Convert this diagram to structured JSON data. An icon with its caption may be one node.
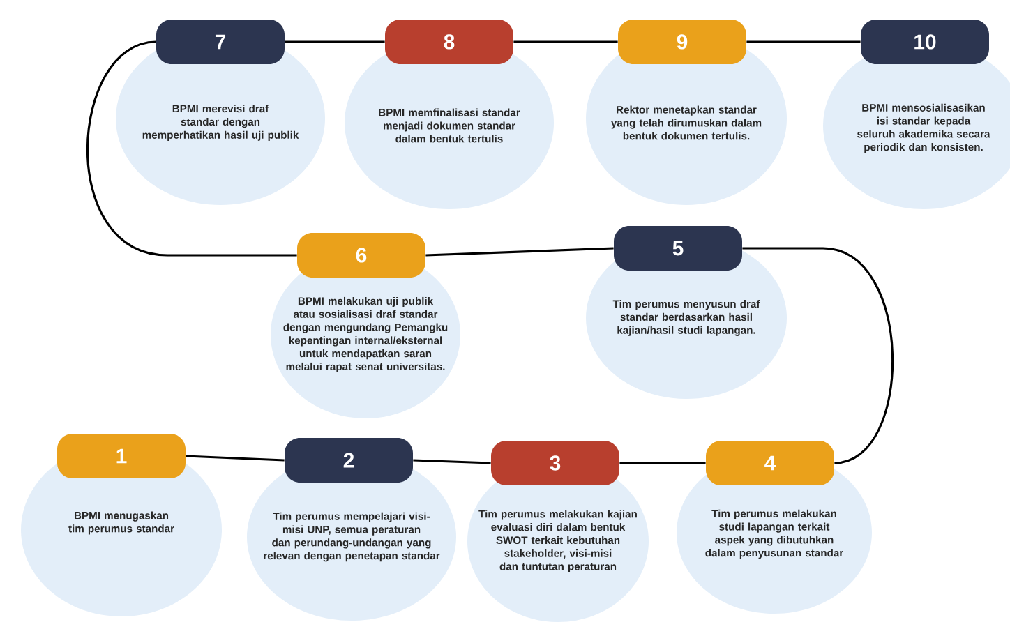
{
  "diagram": {
    "nodes": [
      {
        "text": [
          "1",
          "BPMI menugaskan tim perumus standar"
        ]
      },
      {
        "text": [
          "2",
          "Tim perumus mempelajari visi-misi UNP, semua peraturan dan perundang-undangan yang relevan dengan penetapan standar"
        ]
      },
      {
        "text": [
          "3",
          "Tim perumus melakukan kajian evaluasi diri dalam bentuk SWOT terkait kebutuhan stakeholder, visi-misi dan tuntutan peraturan"
        ]
      },
      {
        "text": [
          "4",
          "Tim perumus melakukan studi lapangan terkait aspek yang dibutuhkan dalam penyusunan standar"
        ]
      },
      {
        "text": [
          "5",
          "Tim perumus menyusun draf standar berdasarkan hasil kajian/hasil studi lapangan."
        ]
      },
      {
        "text": [
          "6",
          "BPMI melakukan uji publik atau sosialisasi draf standar dengan mengundang Pemangku kepentingan internal/eksternal untuk mendapatkan saran melalui rapat senat universitas."
        ]
      },
      {
        "text": [
          "7",
          "BPMI merevisi draf standar dengan memperhatikan hasil uji publik"
        ]
      },
      {
        "text": [
          "8",
          "BPMI memfinalisasi standar menjadi dokumen standar dalam bentuk tertulis"
        ]
      },
      {
        "text": [
          "9",
          "Rektor menetapkan standar yang telah dirumuskan dalam bentuk dokumen tertulis."
        ]
      },
      {
        "text": [
          "10",
          "BPMI mensosialisasikan isi standar kepada seluruh akademika secara periodik dan konsisten."
        ]
      }
    ],
    "edges": [
      {
        "from": 0,
        "to": 1,
        "arrow": "none"
      },
      {
        "from": 1,
        "to": 2,
        "arrow": "none"
      },
      {
        "from": 2,
        "to": 3,
        "arrow": "none"
      },
      {
        "from": 3,
        "to": 4,
        "arrow": "none"
      },
      {
        "from": 4,
        "to": 5,
        "arrow": "none"
      },
      {
        "from": 5,
        "to": 6,
        "arrow": "none"
      },
      {
        "from": 6,
        "to": 7,
        "arrow": "none"
      },
      {
        "from": 7,
        "to": 8,
        "arrow": "none"
      },
      {
        "from": 8,
        "to": 9,
        "arrow": "none"
      }
    ]
  }
}
